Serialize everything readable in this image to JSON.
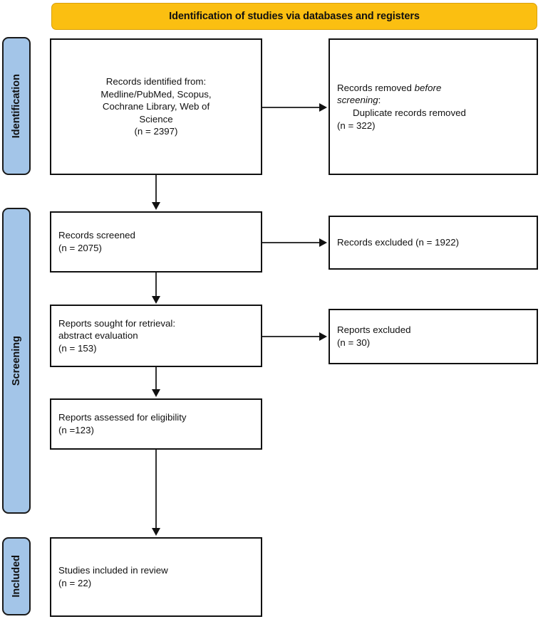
{
  "diagram": {
    "type": "prisma-flow-diagram",
    "banner": {
      "label": "Identification of studies via databases and registers"
    },
    "stages": [
      {
        "id": "identification",
        "label": "Identification"
      },
      {
        "id": "screening",
        "label": "Screening"
      },
      {
        "id": "included",
        "label": "Included"
      }
    ],
    "boxes": {
      "identified": {
        "line1": "Records identified from:",
        "line2": "Medline/PubMed, Scopus,",
        "line3": "Cochrane Library, Web of",
        "line4": "Science",
        "line5": "(n = 2397)"
      },
      "removed": {
        "line1_a": "Records removed ",
        "line1_em": "before",
        "line2_em": "screening",
        "line2_b": ":",
        "line3": "Duplicate records removed",
        "line4": "(n = 322)"
      },
      "screened": {
        "line1": "Records screened",
        "line2": "(n = 2075)"
      },
      "excluded_records": {
        "line1": "Records excluded (n = 1922)"
      },
      "sought": {
        "line1": "Reports sought for retrieval:",
        "line2": "abstract evaluation",
        "line3": "(n = 153)"
      },
      "excluded_reports": {
        "line1": "Reports excluded",
        "line2": "(n = 30)"
      },
      "assessed": {
        "line1": "Reports assessed for eligibility",
        "line2": "(n =123)"
      },
      "included": {
        "line1": "Studies included in review",
        "line2": "(n = 22)"
      }
    },
    "colors": {
      "banner_fill": "#FBBF11",
      "banner_border": "#D9A00C",
      "stage_fill": "#A3C5E8",
      "stage_border": "#1A1A1A",
      "box_border": "#111111",
      "connector": "#333333"
    }
  }
}
